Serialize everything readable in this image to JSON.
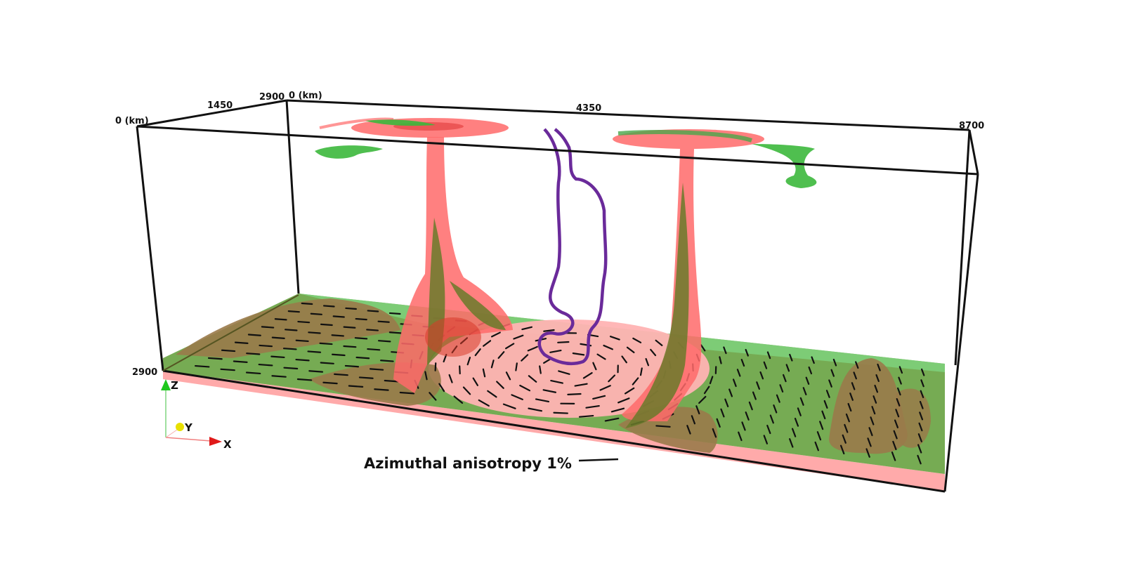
{
  "axes_labels": {
    "front_origin": "0 (km)",
    "y_mid": "1450",
    "y_end": "2900",
    "x_origin": "0 (km)",
    "x_mid": "4350",
    "x_end": "8700",
    "depth_bottom": "2900"
  },
  "orientation_triad": {
    "z": "Z",
    "y": "Y",
    "x": "X"
  },
  "caption": "Azimuthal anisotropy 1%",
  "colors": {
    "hot_plume": "#ff5a5a",
    "cold_slab": "#3cbf3c",
    "overlap": "#8a7a3a",
    "contour": "#6a2a9a",
    "floor_pink": "#ffaaaa"
  }
}
